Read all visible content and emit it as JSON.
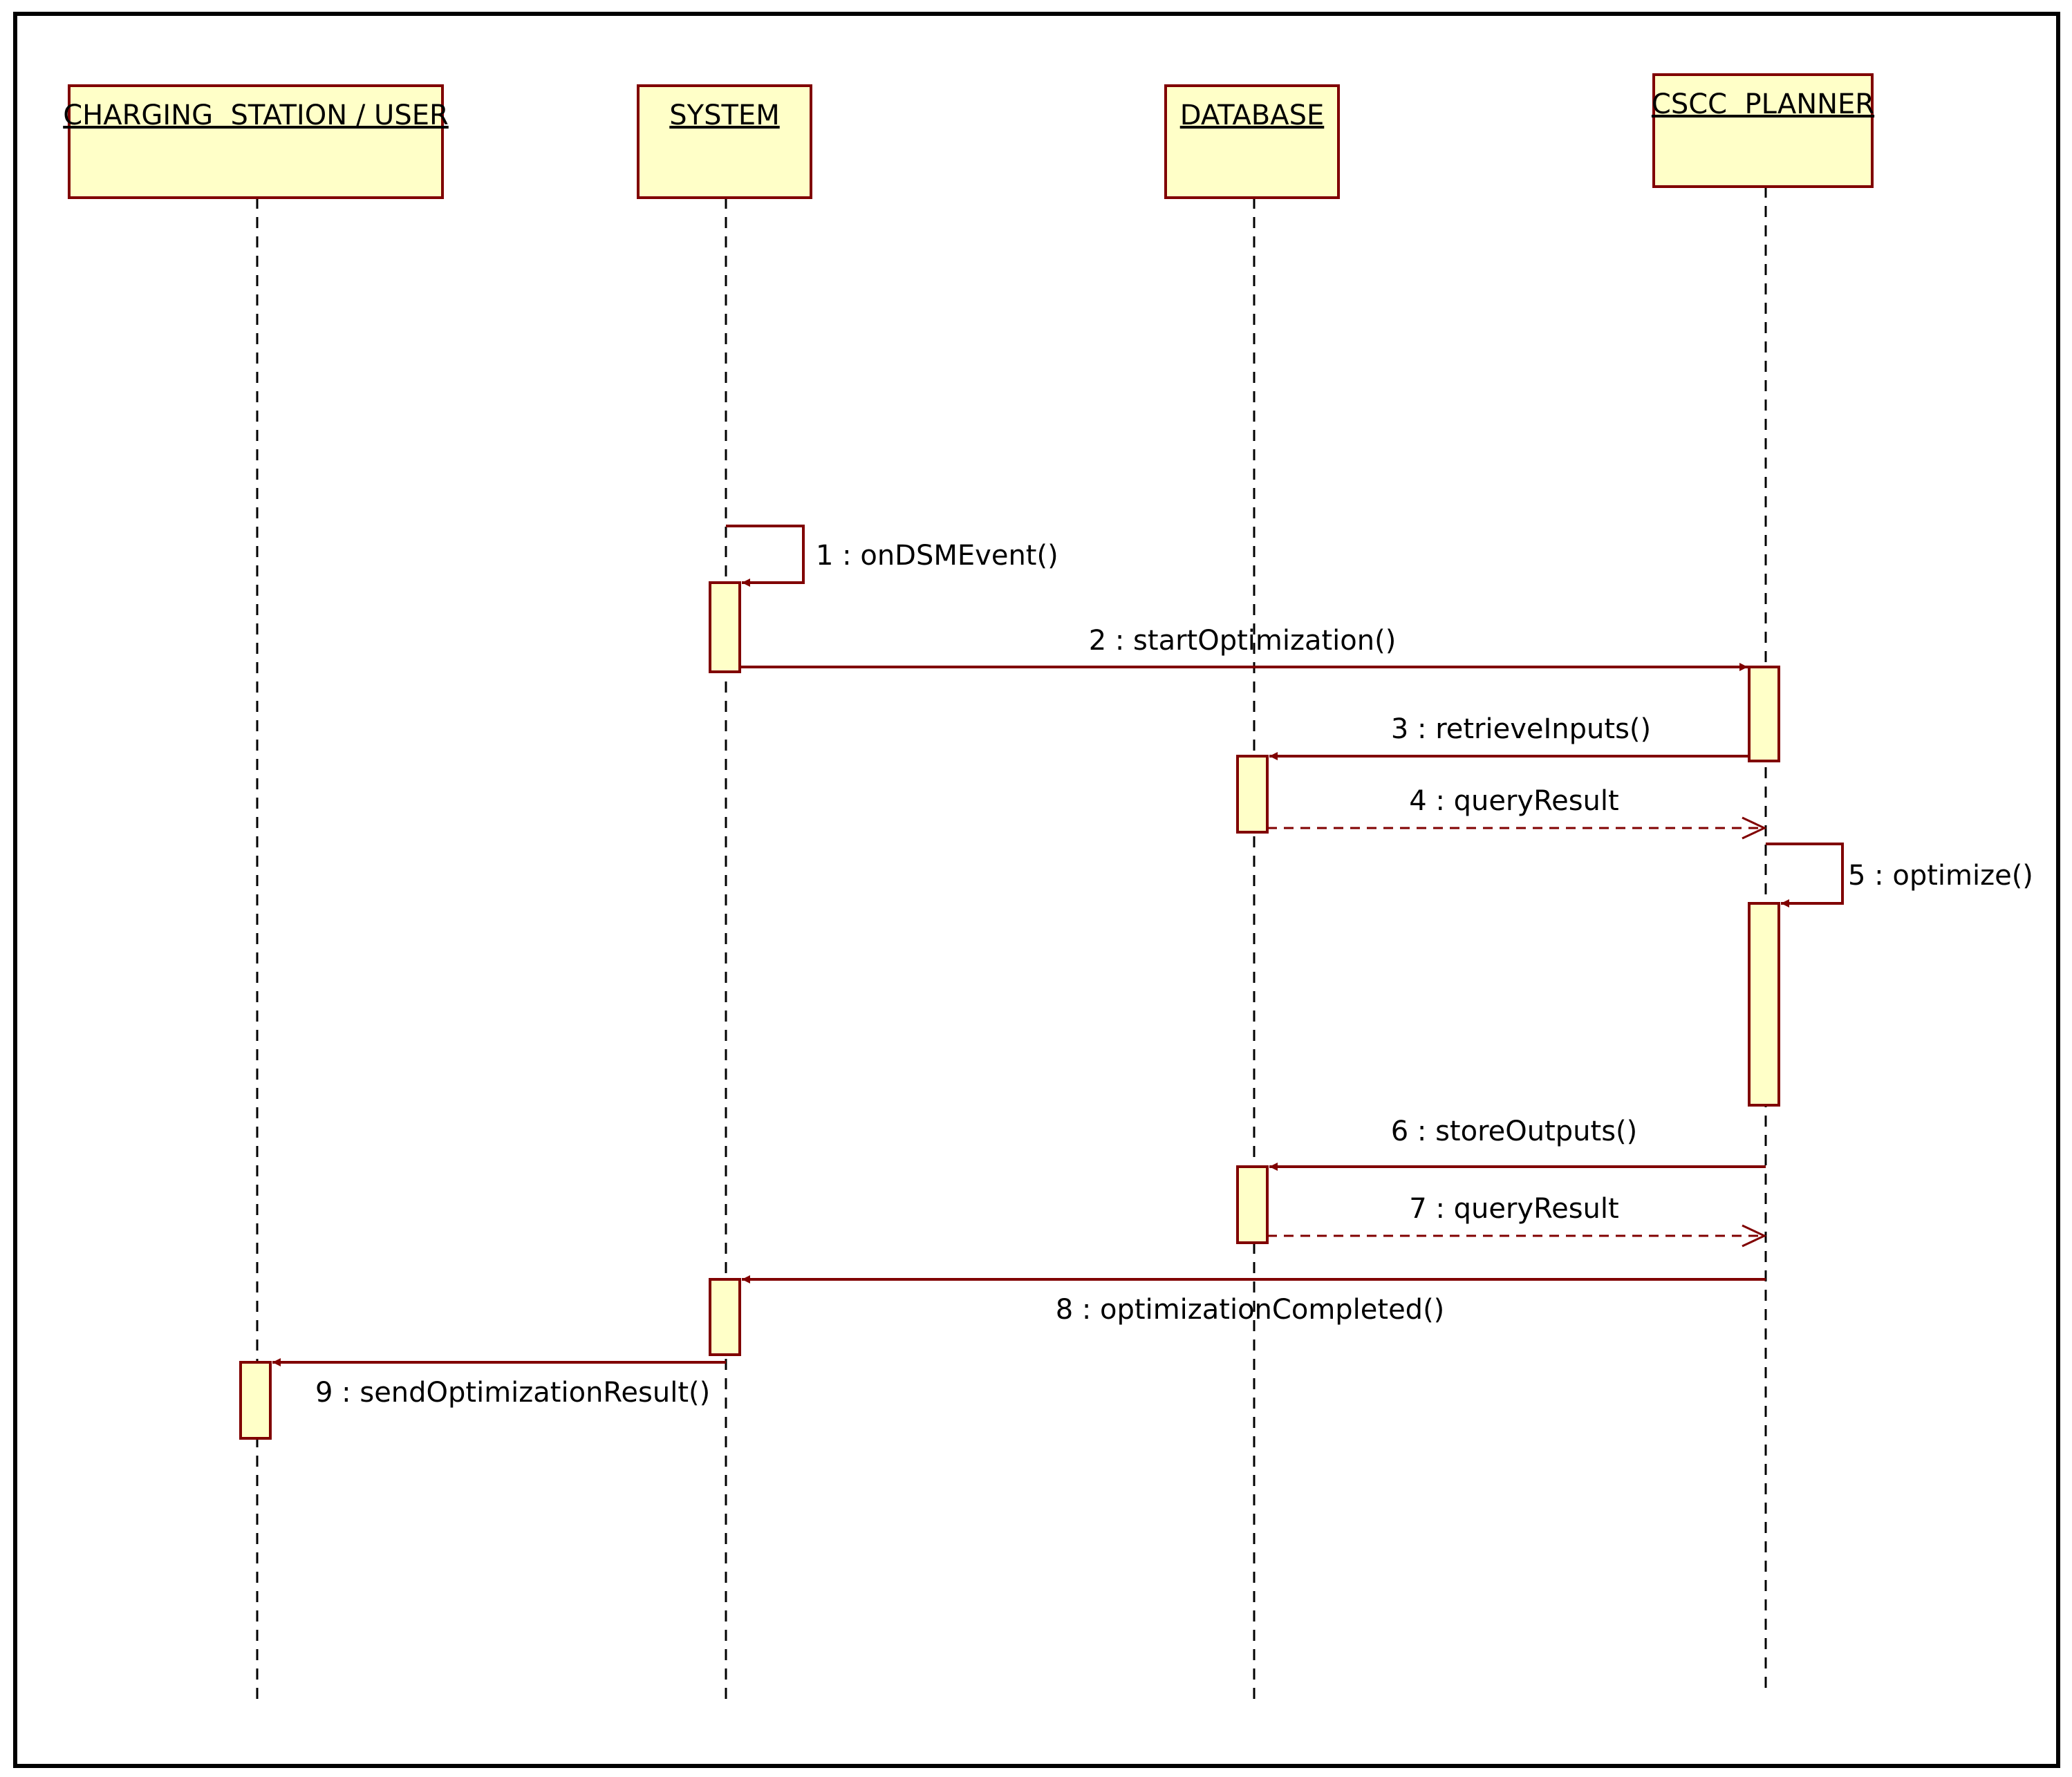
{
  "diagram": {
    "participants": [
      {
        "id": "user",
        "name": "CHARGING  STATION / USER"
      },
      {
        "id": "system",
        "name": "SYSTEM"
      },
      {
        "id": "database",
        "name": "DATABASE"
      },
      {
        "id": "planner",
        "name": "CSCC  PLANNER"
      }
    ],
    "messages": [
      {
        "number": 1,
        "label": "1 : onDSMEvent()",
        "from": "system",
        "to": "system",
        "kind": "self-call"
      },
      {
        "number": 2,
        "label": "2 : startOptimization()",
        "from": "system",
        "to": "planner",
        "kind": "sync-call"
      },
      {
        "number": 3,
        "label": "3 : retrieveInputs()",
        "from": "planner",
        "to": "database",
        "kind": "sync-call"
      },
      {
        "number": 4,
        "label": "4 : queryResult",
        "from": "database",
        "to": "planner",
        "kind": "return"
      },
      {
        "number": 5,
        "label": "5 : optimize()",
        "from": "planner",
        "to": "planner",
        "kind": "self-call"
      },
      {
        "number": 6,
        "label": "6 : storeOutputs()",
        "from": "planner",
        "to": "database",
        "kind": "sync-call"
      },
      {
        "number": 7,
        "label": "7 : queryResult",
        "from": "database",
        "to": "planner",
        "kind": "return"
      },
      {
        "number": 8,
        "label": "8 : optimizationCompleted()",
        "from": "planner",
        "to": "system",
        "kind": "sync-call"
      },
      {
        "number": 9,
        "label": "9 : sendOptimizationResult()",
        "from": "system",
        "to": "user",
        "kind": "sync-call"
      }
    ],
    "colors": {
      "participant_fill": "#FFFFC8",
      "participant_stroke": "#800000",
      "message_line": "#800000",
      "lifeline": "#000000",
      "frame": "#000000"
    }
  }
}
